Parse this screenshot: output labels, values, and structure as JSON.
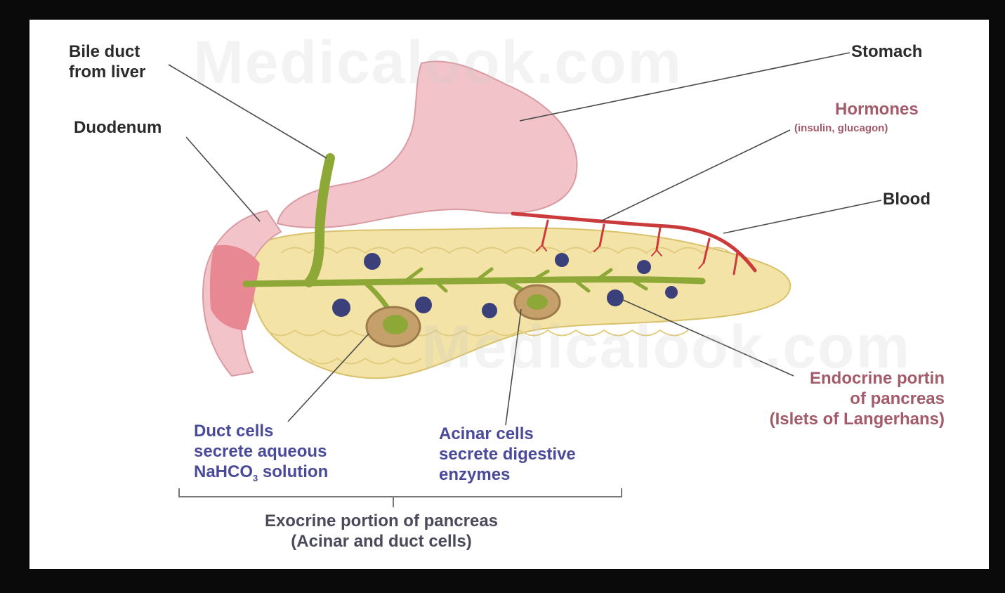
{
  "watermark": "Medicalook.com",
  "labels": {
    "bile_duct": [
      "Bile duct",
      "from liver"
    ],
    "duodenum": "Duodenum",
    "stomach": "Stomach",
    "hormones": "Hormones",
    "hormones_detail": "(insulin, glucagon)",
    "blood": "Blood",
    "endocrine": [
      "Endocrine portin",
      "of pancreas",
      "(Islets of Langerhans)"
    ],
    "duct_cells": {
      "line1": "Duct cells",
      "line2": "secrete aqueous",
      "line3_prefix": "NaHCO",
      "line3_sub": "3",
      "line3_suffix": " solution"
    },
    "acinar_cells": [
      "Acinar cells",
      "secrete digestive",
      "enzymes"
    ],
    "exocrine": [
      "Exocrine portion of pancreas",
      "(Acinar and duct cells)"
    ]
  },
  "colors": {
    "stomach": "#f2c4c9",
    "pancreas": "#f3e3a6",
    "duct": "#8ea838",
    "blood": "#cc3b3b",
    "islets": "#3b3f7a",
    "duodenum_fold": "#e88892"
  }
}
